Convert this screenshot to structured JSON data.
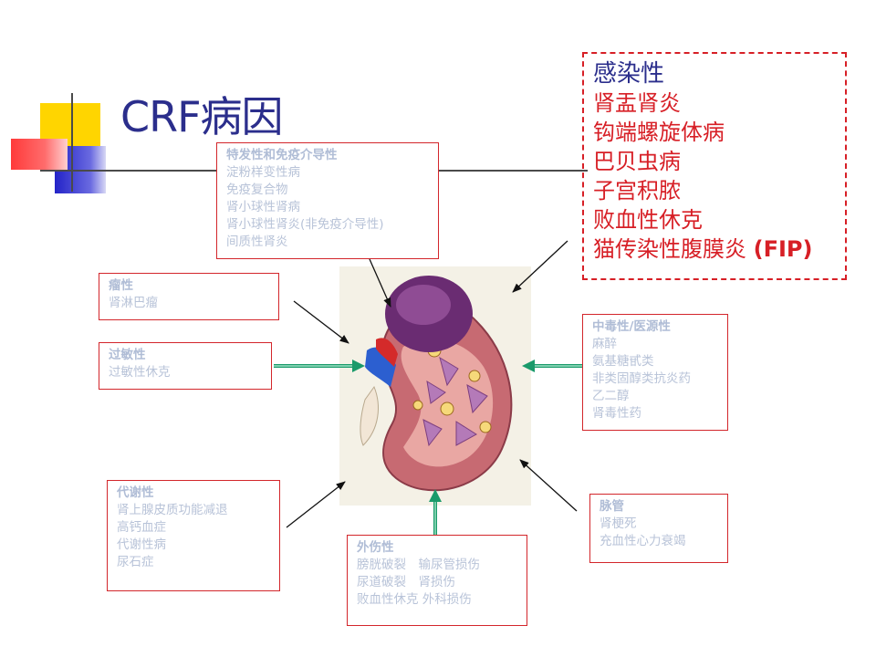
{
  "title": "CRF病因",
  "boxes": {
    "idiopathic": {
      "heading": "特发性和免疫介导性",
      "items": [
        "淀粉样变性病",
        "免疫复合物",
        "肾小球性肾病",
        "肾小球性肾炎(非免疫介导性)",
        "间质性肾炎"
      ]
    },
    "tumor": {
      "heading": "瘤性",
      "items": [
        "肾淋巴瘤"
      ]
    },
    "allergic": {
      "heading": "过敏性",
      "items": [
        "过敏性休克"
      ]
    },
    "metabolic": {
      "heading": "代谢性",
      "items": [
        "肾上腺皮质功能减退",
        "高钙血症",
        "代谢性病",
        "尿石症"
      ]
    },
    "trauma": {
      "heading": "外伤性",
      "items": [
        "膀胱破裂　输尿管损伤",
        "尿道破裂　肾损伤",
        "败血性休克 外科损伤"
      ]
    },
    "vascular": {
      "heading": "脉管",
      "items": [
        "肾梗死",
        "充血性心力衰竭"
      ]
    },
    "toxic": {
      "heading": "中毒性/医源性",
      "items": [
        "麻醉",
        "氨基糖甙类",
        "非类固醇类抗炎药",
        "乙二醇",
        "肾毒性药"
      ]
    }
  },
  "infection": {
    "heading": "感染性",
    "items": [
      "肾盂肾炎",
      "钩端螺旋体病",
      "巴贝虫病",
      "子宫积脓",
      "败血性休克"
    ],
    "last_item": "猫传染性腹膜炎",
    "last_item_abbr": "(FIP)"
  },
  "colors": {
    "title": "#2b2e8c",
    "red": "#d71f26",
    "arrow_green": "#1a9a6a",
    "faded_text": "#b8c3d8"
  }
}
